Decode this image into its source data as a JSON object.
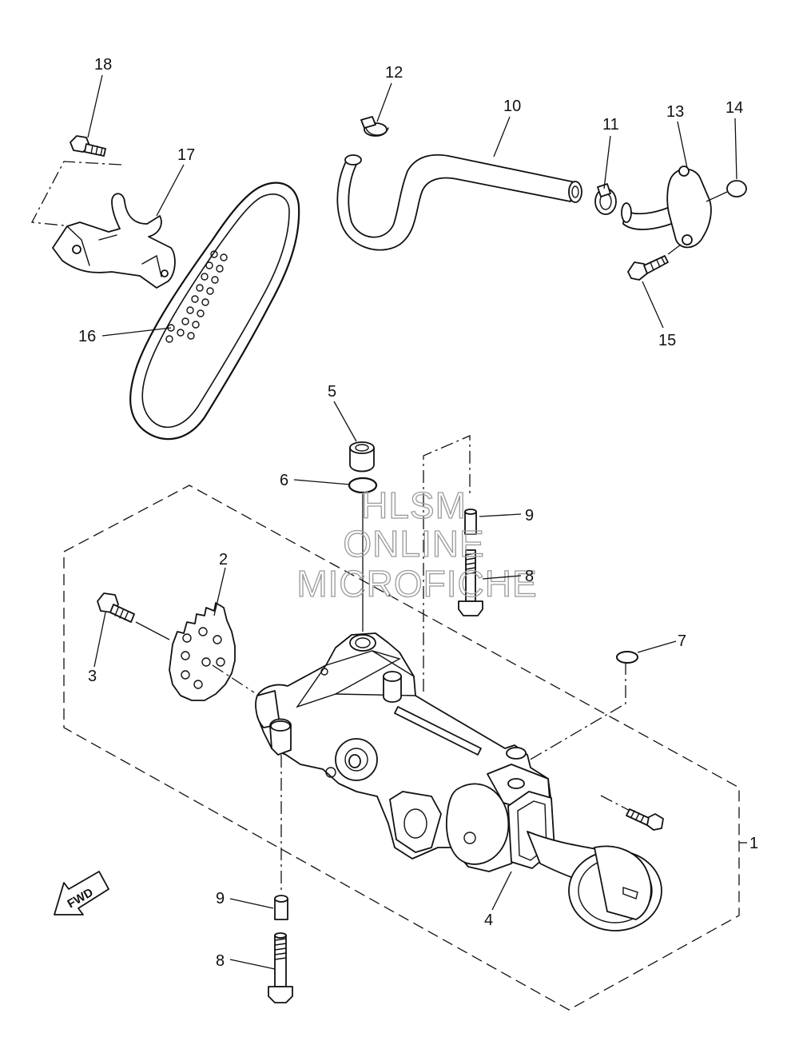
{
  "callouts": [
    {
      "id": "1",
      "label": "1"
    },
    {
      "id": "2",
      "label": "2"
    },
    {
      "id": "3",
      "label": "3"
    },
    {
      "id": "4",
      "label": "4"
    },
    {
      "id": "5",
      "label": "5"
    },
    {
      "id": "6",
      "label": "6"
    },
    {
      "id": "7",
      "label": "7"
    },
    {
      "id": "8a",
      "label": "8"
    },
    {
      "id": "8b",
      "label": "8"
    },
    {
      "id": "9a",
      "label": "9"
    },
    {
      "id": "9b",
      "label": "9"
    },
    {
      "id": "10",
      "label": "10"
    },
    {
      "id": "11",
      "label": "11"
    },
    {
      "id": "12",
      "label": "12"
    },
    {
      "id": "13",
      "label": "13"
    },
    {
      "id": "14",
      "label": "14"
    },
    {
      "id": "15",
      "label": "15"
    },
    {
      "id": "16",
      "label": "16"
    },
    {
      "id": "17",
      "label": "17"
    },
    {
      "id": "18",
      "label": "18"
    }
  ],
  "fwd_arrow": {
    "label": "FWD"
  },
  "watermark": {
    "line1": "HLSM",
    "line2": "ONLINE",
    "line3": "MICROFICHE"
  }
}
